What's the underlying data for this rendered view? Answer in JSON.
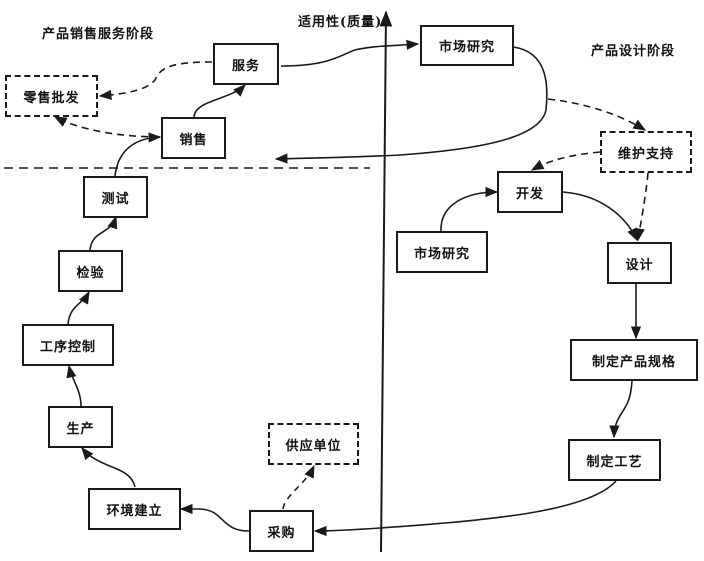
{
  "labels": {
    "axis": "适用性(质量)",
    "sales_stage": "产品销售服务阶段",
    "design_stage": "产品设计阶段"
  },
  "nodes": {
    "market_research_top": "市场研究",
    "maintenance_support": "维护支持",
    "development": "开发",
    "market_research": "市场研究",
    "design": "设计",
    "spec": "制定产品规格",
    "process": "制定工艺",
    "purchasing": "采购",
    "supplier": "供应单位",
    "environment": "环境建立",
    "production": "生产",
    "process_control": "工序控制",
    "inspection": "检验",
    "testing": "测试",
    "sales": "销售",
    "retail_wholesale": "零售批发",
    "service": "服务"
  },
  "colors": {
    "line": "#1a1a1a",
    "background": "#ffffff"
  }
}
